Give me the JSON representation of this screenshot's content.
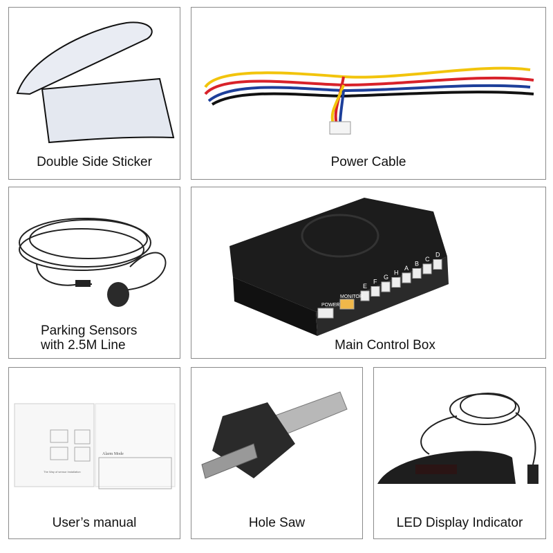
{
  "items": [
    {
      "label": "Double Side Sticker"
    },
    {
      "label": "Power Cable"
    },
    {
      "label_line1": "Parking Sensors",
      "label_line2": "with 2.5M Line"
    },
    {
      "label": "Main Control Box",
      "ports": {
        "power": "POWER",
        "monitor": "MONITOR",
        "channels": [
          "E",
          "F",
          "G",
          "H",
          "A",
          "B",
          "C",
          "D"
        ]
      }
    },
    {
      "label": "User’s manual",
      "manual_heading": "Alarm Mode",
      "manual_caption": "The Way of sensor Installation"
    },
    {
      "label": "Hole Saw"
    },
    {
      "label": "LED Display Indicator"
    }
  ],
  "colors": {
    "border": "#8a8a8a",
    "device": "#1c1c1c",
    "wire_red": "#d8222a",
    "wire_yellow": "#f2c40c",
    "wire_blue": "#1d3f9a"
  }
}
